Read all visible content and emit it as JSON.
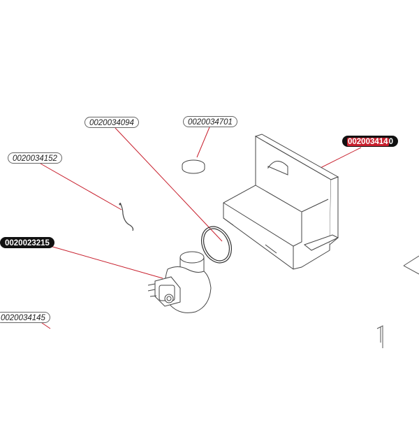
{
  "callouts": [
    {
      "id": "c1",
      "text": "0020034094",
      "style": "normal"
    },
    {
      "id": "c2",
      "text": "0020034701",
      "style": "normal"
    },
    {
      "id": "c3",
      "text": "0020034152",
      "style": "normal"
    },
    {
      "id": "c4",
      "highlight": "002003414",
      "rest": "0",
      "style": "highlighted"
    },
    {
      "id": "c5",
      "text": "0020023215",
      "style": "dark"
    },
    {
      "id": "c6",
      "text": "0020034145",
      "style": "normal"
    }
  ],
  "colors": {
    "leader": "#c8202e",
    "line": "#555555",
    "highlight": "#c8202e"
  }
}
